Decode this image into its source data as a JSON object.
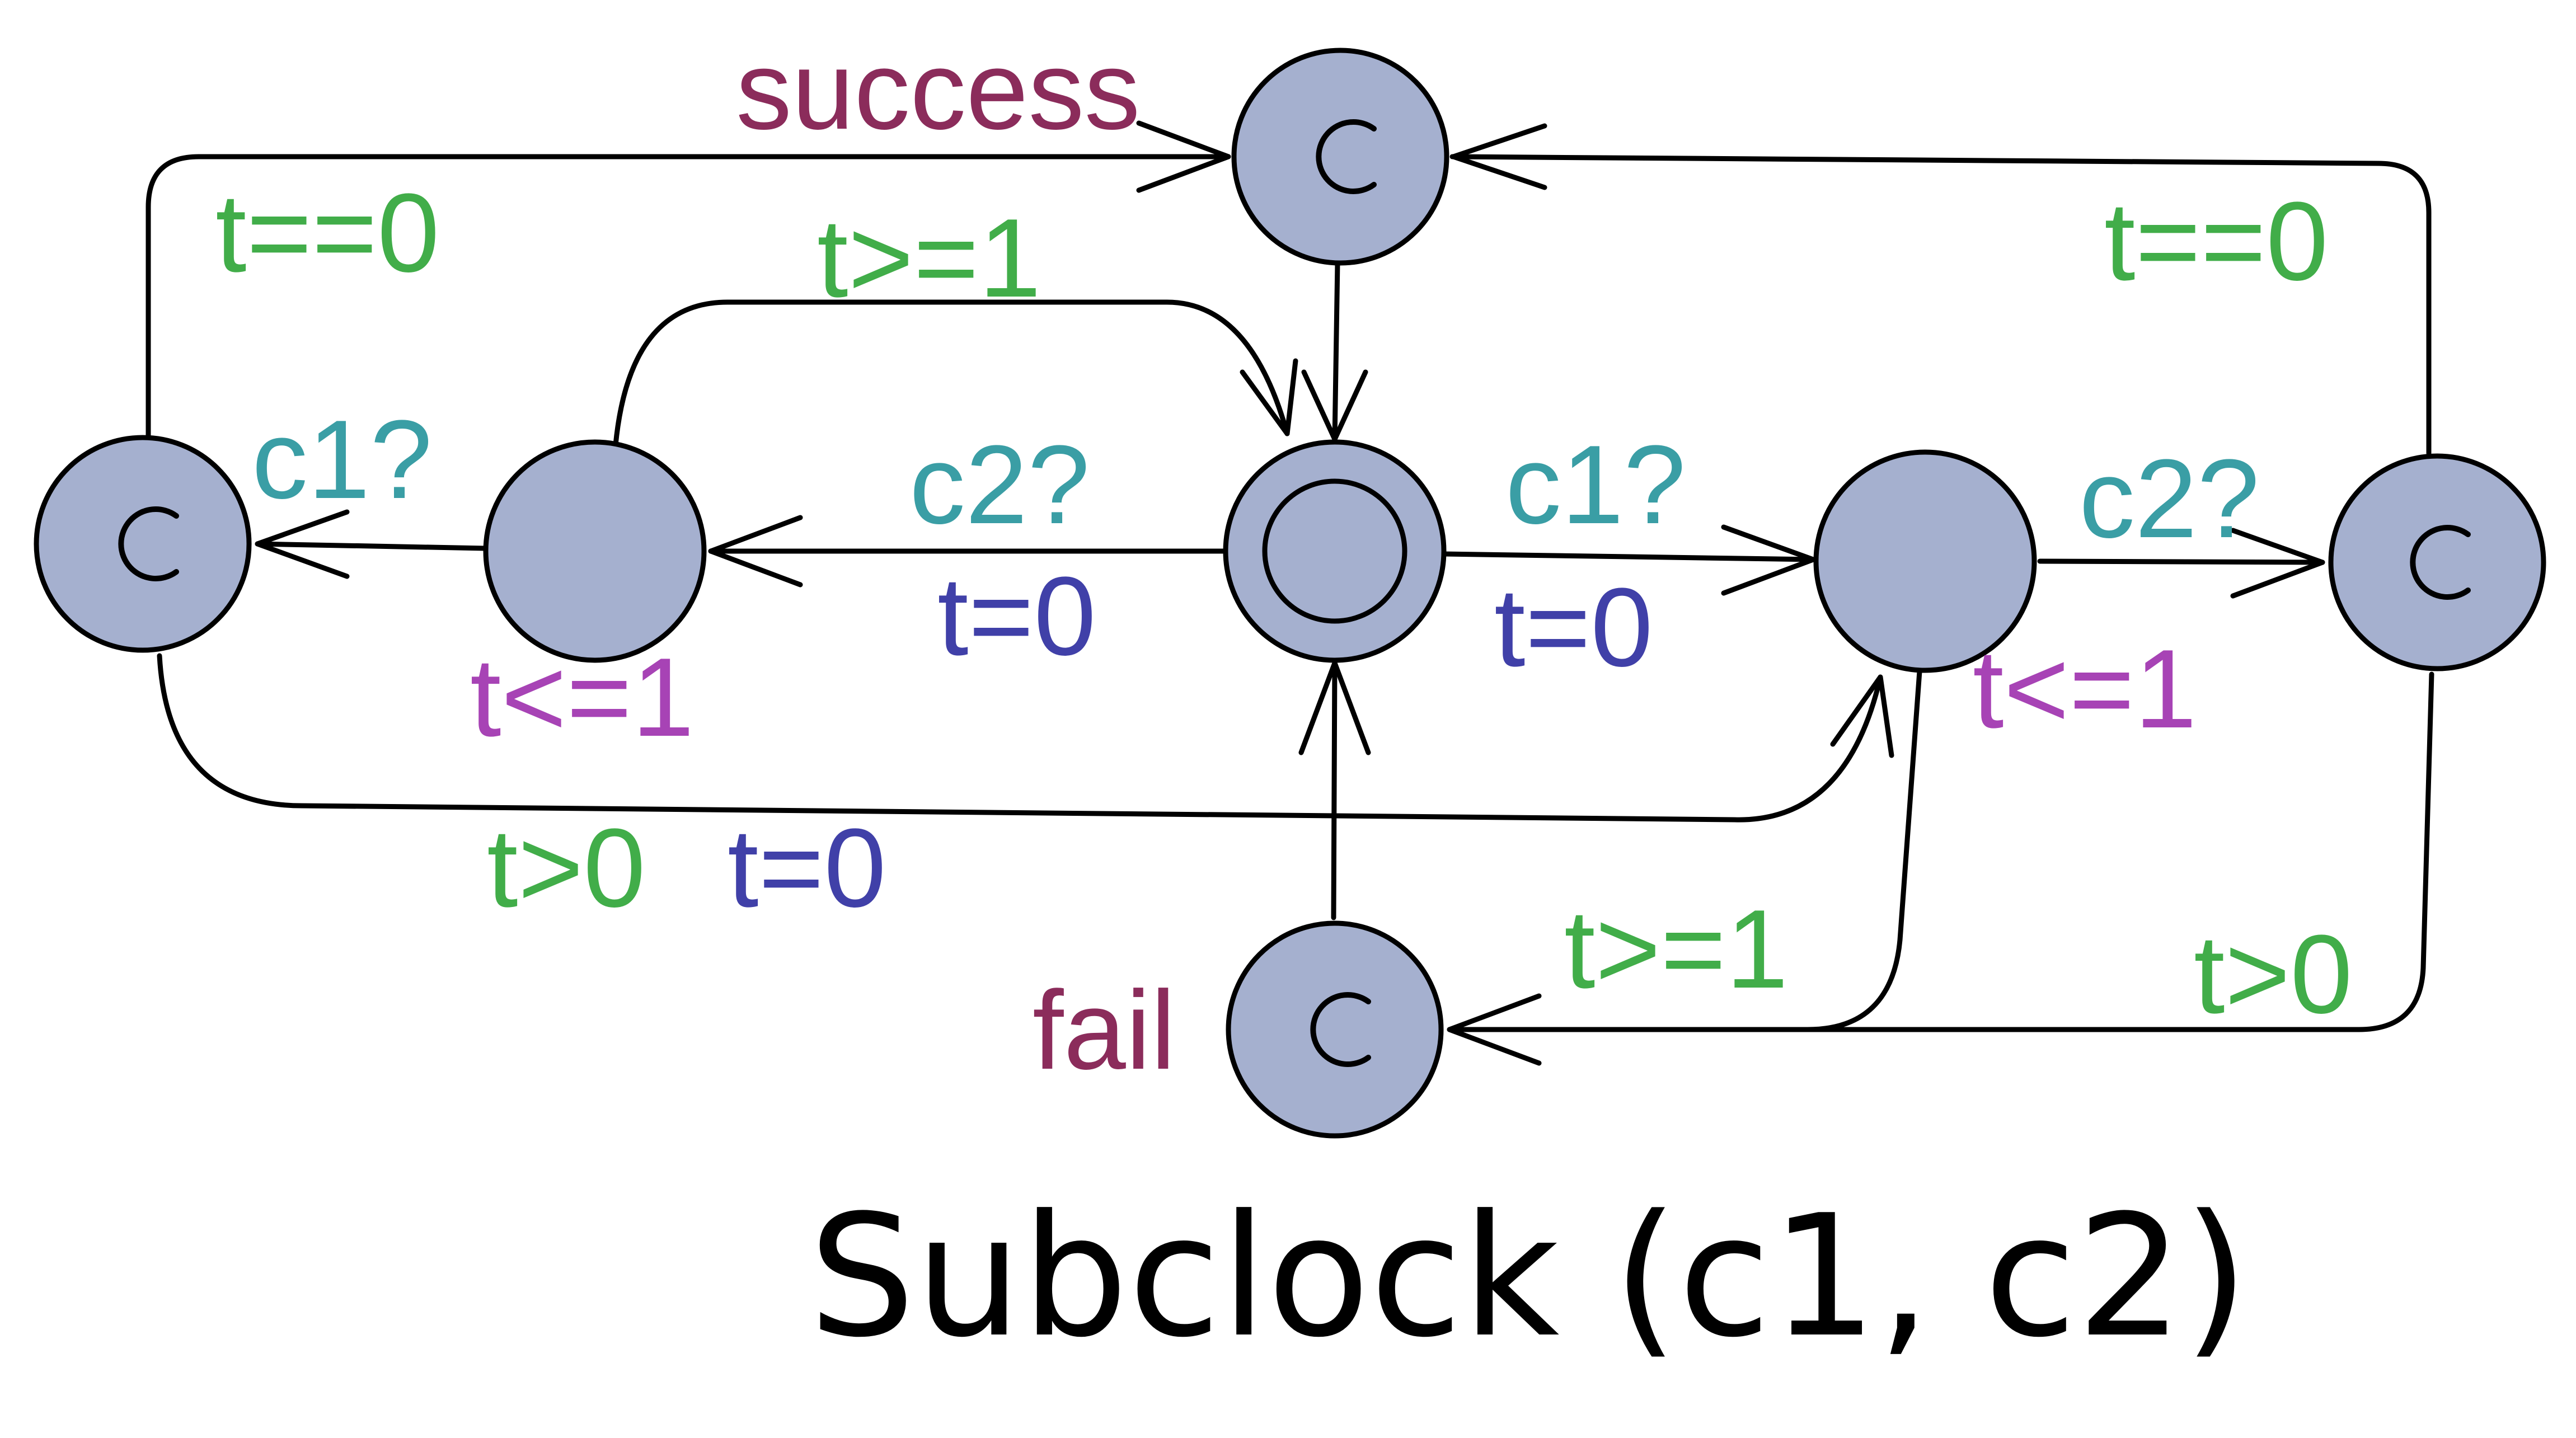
{
  "colors": {
    "node_fill": "#a5b0cf",
    "guard": "#41ad49",
    "sync": "#3a9ea5",
    "assign": "#4040a8",
    "invariant": "#a743b5",
    "location_name": "#8b2c5b"
  },
  "nodes": {
    "success": {
      "name": "success",
      "mark": "C"
    },
    "fail": {
      "name": "fail",
      "mark": "C"
    },
    "left_committed": {
      "mark": "C"
    },
    "right_committed": {
      "mark": "C"
    },
    "left_wait": {
      "invariant": "t<=1"
    },
    "right_wait": {
      "invariant": "t<=1"
    },
    "initial": {}
  },
  "edges": {
    "top_left_guard": "t==0",
    "top_right_guard": "t==0",
    "arc_guard": "t>=1",
    "left_sync": "c1?",
    "center_left_sync": "c2?",
    "center_left_assign": "t=0",
    "center_right_sync": "c1?",
    "center_right_assign": "t=0",
    "right_sync": "c2?",
    "bottom_left_guard": "t>0",
    "bottom_left_assign": "t=0",
    "fail_guard": "t>=1",
    "bottom_right_guard": "t>0"
  },
  "caption": "Subclock (c1, c2)"
}
